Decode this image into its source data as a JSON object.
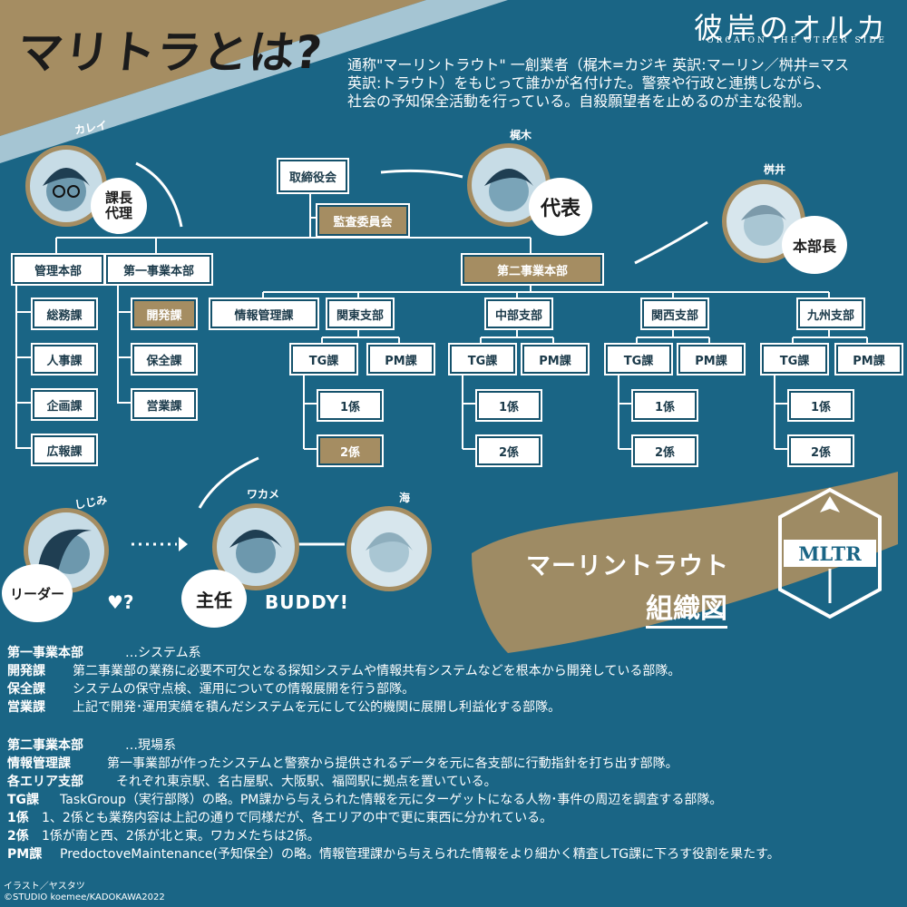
{
  "heading": "マリトラとは?",
  "logo": {
    "title": "彼岸のオルカ",
    "subtitle": "ORCA ON THE OTHER SIDE"
  },
  "intro": [
    "通称\"マーリントラウト\" 一創業者（梶木=カジキ 英訳:マーリン／桝井=マス",
    "英訳:トラウト）をもじって誰かが名付けた。警察や行政と連携しながら、",
    "社会の予知保全活動を行っている。自殺願望者を止めるのが主な役割。"
  ],
  "org": {
    "board": "取締役会",
    "audit": "監査委員会",
    "admin": "管理本部",
    "biz1": "第一事業本部",
    "biz2": "第二事業本部",
    "admin_items": [
      "総務課",
      "人事課",
      "企画課",
      "広報課"
    ],
    "biz1_items": [
      "開発課",
      "保全課",
      "営業課"
    ],
    "info_mgmt": "情報管理課",
    "branches": [
      "関東支部",
      "中部支部",
      "関西支部",
      "九州支部"
    ],
    "tg": "TG課",
    "pm": "PM課",
    "team1": "1係",
    "team2": "2係"
  },
  "people": {
    "karei": {
      "name": "カレイ",
      "role": "課長\n代理"
    },
    "kajiki": {
      "name": "梶木",
      "role": "代表"
    },
    "masui": {
      "name": "桝井",
      "role": "本部長"
    },
    "shijima": {
      "name": "しじみ",
      "role": "リーダー"
    },
    "wakame": {
      "name": "ワカメ",
      "role": "主任"
    },
    "umi": {
      "name": "海"
    }
  },
  "relation": {
    "heart": "♥?",
    "buddy": "BUDDY!"
  },
  "emblem": {
    "title": "マーリントラウト",
    "subtitle": "組織図",
    "badge": "MLTR"
  },
  "desc1": {
    "header": {
      "k": "第一事業本部",
      "v": "…システム系"
    },
    "rows": [
      {
        "k": "開発課",
        "v": "第二事業部の業務に必要不可欠となる探知システムや情報共有システムなどを根本から開発している部隊。"
      },
      {
        "k": "保全課",
        "v": "システムの保守点検、運用についての情報展開を行う部隊。"
      },
      {
        "k": "営業課",
        "v": "上記で開発･運用実績を積んだシステムを元にして公的機関に展開し利益化する部隊。"
      }
    ]
  },
  "desc2": {
    "header": {
      "k": "第二事業本部",
      "v": "…現場系"
    },
    "rows": [
      {
        "k": "情報管理課",
        "v": "第一事業部が作ったシステムと警察から提供されるデータを元に各支部に行動指針を打ち出す部隊。"
      },
      {
        "k": "各エリア支部",
        "v": "それぞれ東京駅、名古屋駅、大阪駅、福岡駅に拠点を置いている。"
      },
      {
        "k": "TG課",
        "v": "TaskGroup（実行部隊）の略。PM課から与えられた情報を元にターゲットになる人物･事件の周辺を調査する部隊。"
      },
      {
        "k": "1係",
        "v": "1、2係とも業務内容は上記の通りで同様だが、各エリアの中で更に東西に分かれている。"
      },
      {
        "k": "2係",
        "v": "1係が南と西、2係が北と東。ワカメたちは2係。"
      },
      {
        "k": "PM課",
        "v": "PredoctoveMaintenance(予知保全）の略。情報管理課から与えられた情報をより細かく精査しTG課に下ろす役割を果たす。"
      }
    ]
  },
  "credits": [
    "イラスト／ヤスタツ",
    "©STUDIO koemee/KADOKAWA2022"
  ],
  "colors": {
    "background": "#1a6585",
    "gold": "#a58d62",
    "line": "#ffffff"
  }
}
